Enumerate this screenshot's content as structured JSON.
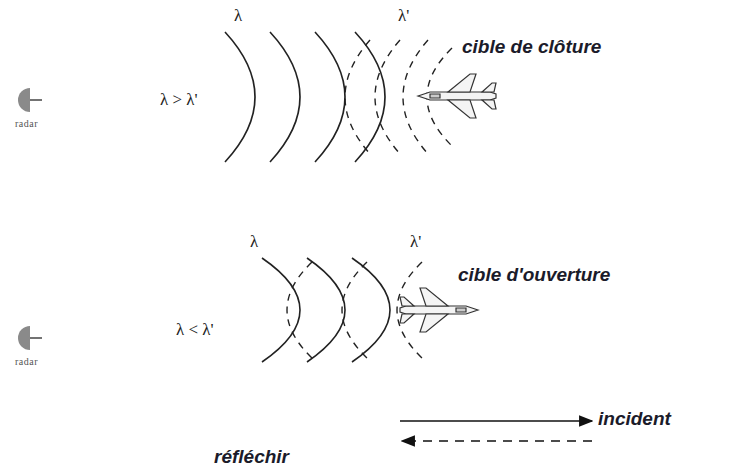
{
  "diagram": {
    "labels": [
      "λ",
      "λ'",
      "cible de clôture",
      "λ > λ'",
      "radar",
      "λ",
      "λ'",
      "cible d'ouverture",
      "λ < λ'",
      "radar"
    ],
    "legend": [
      {
        "text": "incident"
      },
      {
        "text": "réfléchir"
      }
    ]
  }
}
